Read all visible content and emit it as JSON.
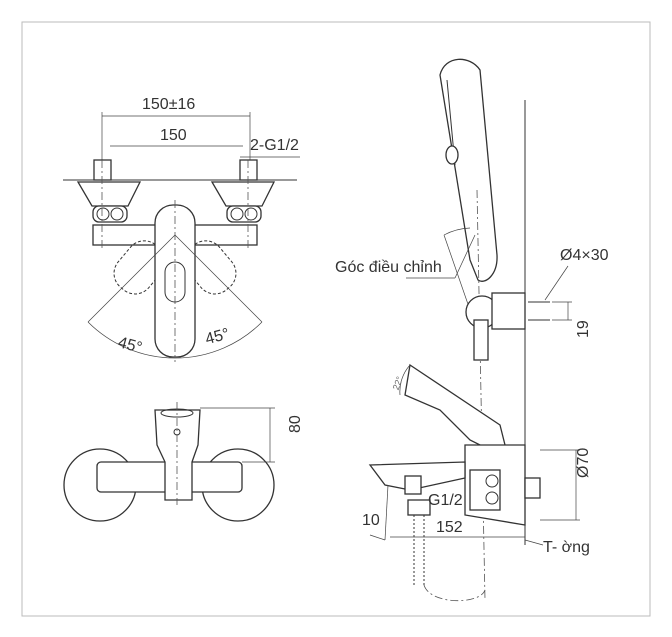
{
  "labels": {
    "width_range": "150±16",
    "width": "150",
    "inlet_thread_pair": "2-G1/2",
    "angle_left": "45°",
    "angle_right": "45°",
    "height": "80",
    "adjust_angle": "Góc điều chỉnh",
    "screw": "Ø4×30",
    "screw_spacing": "19",
    "lever_angle": "22°",
    "flange_diameter": "Ø70",
    "outlet_thread": "G1/2",
    "spout_offset": "10",
    "depth": "152",
    "wall": "T- ờng"
  }
}
